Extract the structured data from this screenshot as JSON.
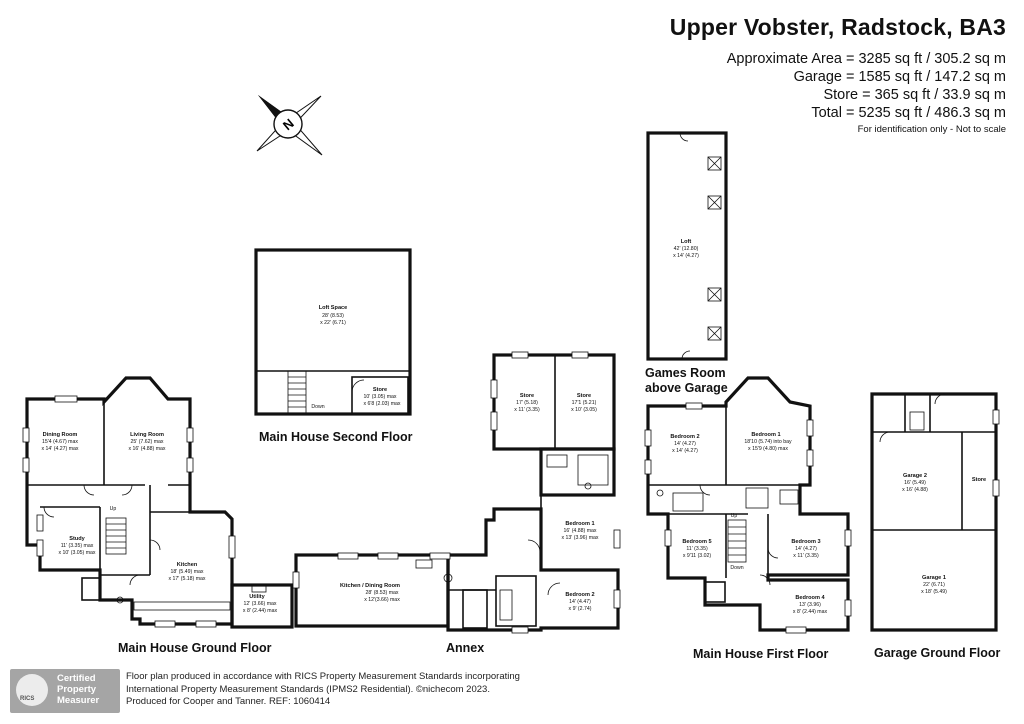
{
  "header": {
    "title": "Upper Vobster, Radstock, BA3",
    "areas": [
      "Approximate Area = 3285 sq ft / 305.2 sq m",
      "Garage = 1585 sq ft / 147.2 sq m",
      "Store = 365 sq ft / 33.9 sq m",
      "Total = 5235 sq ft / 486.3 sq m"
    ],
    "note": "For identification only - Not to scale"
  },
  "compass": {
    "letter": "N"
  },
  "floors": {
    "second": "Main House Second Floor",
    "games": "Games Room above Garage",
    "ground": "Main House Ground Floor",
    "annex": "Annex",
    "first": "Main House First Floor",
    "garage": "Garage Ground Floor"
  },
  "rooms": {
    "loft_space": {
      "name": "Loft Space",
      "dim": [
        "28' (8.53)",
        "x 22' (6.71)"
      ]
    },
    "store_sf": {
      "name": "Store",
      "dim": [
        "10' (3.05) max",
        "x 6'8 (2.03) max"
      ]
    },
    "down_sf": "Down",
    "loft": {
      "name": "Loft",
      "dim": [
        "42' (12.80)",
        "x 14' (4.27)"
      ]
    },
    "store_a1": {
      "name": "Store",
      "dim": [
        "17' (5.18)",
        "x 11' (3.35)"
      ]
    },
    "store_a2": {
      "name": "Store",
      "dim": [
        "17'1 (5.21)",
        "x 10' (3.05)"
      ]
    },
    "dining": {
      "name": "Dining Room",
      "dim": [
        "15'4 (4.67) max",
        "x 14' (4.27) max"
      ]
    },
    "living": {
      "name": "Living Room",
      "dim": [
        "25' (7.62) max",
        "x 16' (4.88) max"
      ]
    },
    "up_gf": "Up",
    "study": {
      "name": "Study",
      "dim": [
        "11' (3.35) max",
        "x 10' (3.05) max"
      ]
    },
    "kitchen": {
      "name": "Kitchen",
      "dim": [
        "18' (5.49) max",
        "x 17' (5.18) max"
      ]
    },
    "utility": {
      "name": "Utility",
      "dim": [
        "12' (3.66) max",
        "x 8' (2.44) max"
      ]
    },
    "kitchen_dining": {
      "name": "Kitchen / Dining Room",
      "dim": [
        "28' (8.53) max",
        "x 12'(3.66) max"
      ]
    },
    "bed1_annex": {
      "name": "Bedroom 1",
      "dim": [
        "16' (4.88) max",
        "x 13' (3.96) max"
      ]
    },
    "bed2_annex": {
      "name": "Bedroom 2",
      "dim": [
        "14' (4.47)",
        "x 9' (2.74)"
      ]
    },
    "bed2": {
      "name": "Bedroom 2",
      "dim": [
        "14' (4.27)",
        "x 14' (4.27)"
      ]
    },
    "bed1": {
      "name": "Bedroom 1",
      "dim": [
        "18'10 (5.74) into bay",
        "x 15'9 (4.80) max"
      ]
    },
    "bed5": {
      "name": "Bedroom 5",
      "dim": [
        "11' (3.35)",
        "x 9'11 (3.02)"
      ]
    },
    "up_ff": "Up",
    "down_ff": "Down",
    "bed3": {
      "name": "Bedroom 3",
      "dim": [
        "14' (4.27)",
        "x 11' (3.35)"
      ]
    },
    "bed4": {
      "name": "Bedroom 4",
      "dim": [
        "13' (3.96)",
        "x 8' (2.44) max"
      ]
    },
    "garage2": {
      "name": "Garage 2",
      "dim": [
        "16' (5.49)",
        "x 16' (4.88)"
      ]
    },
    "store_g": {
      "name": "Store",
      "dim": []
    },
    "garage1": {
      "name": "Garage 1",
      "dim": [
        "22' (6.71)",
        "x 18' (5.49)"
      ]
    }
  },
  "footer": {
    "lines": [
      "Floor plan produced in accordance with RICS Property Measurement Standards incorporating",
      "International Property Measurement Standards (IPMS2 Residential).  ©nichecom 2023.",
      "Produced for Cooper and Tanner.   REF: 1060414"
    ],
    "badge": [
      "Certified",
      "Property",
      "Measurer"
    ],
    "badge_brand": "RICS"
  }
}
